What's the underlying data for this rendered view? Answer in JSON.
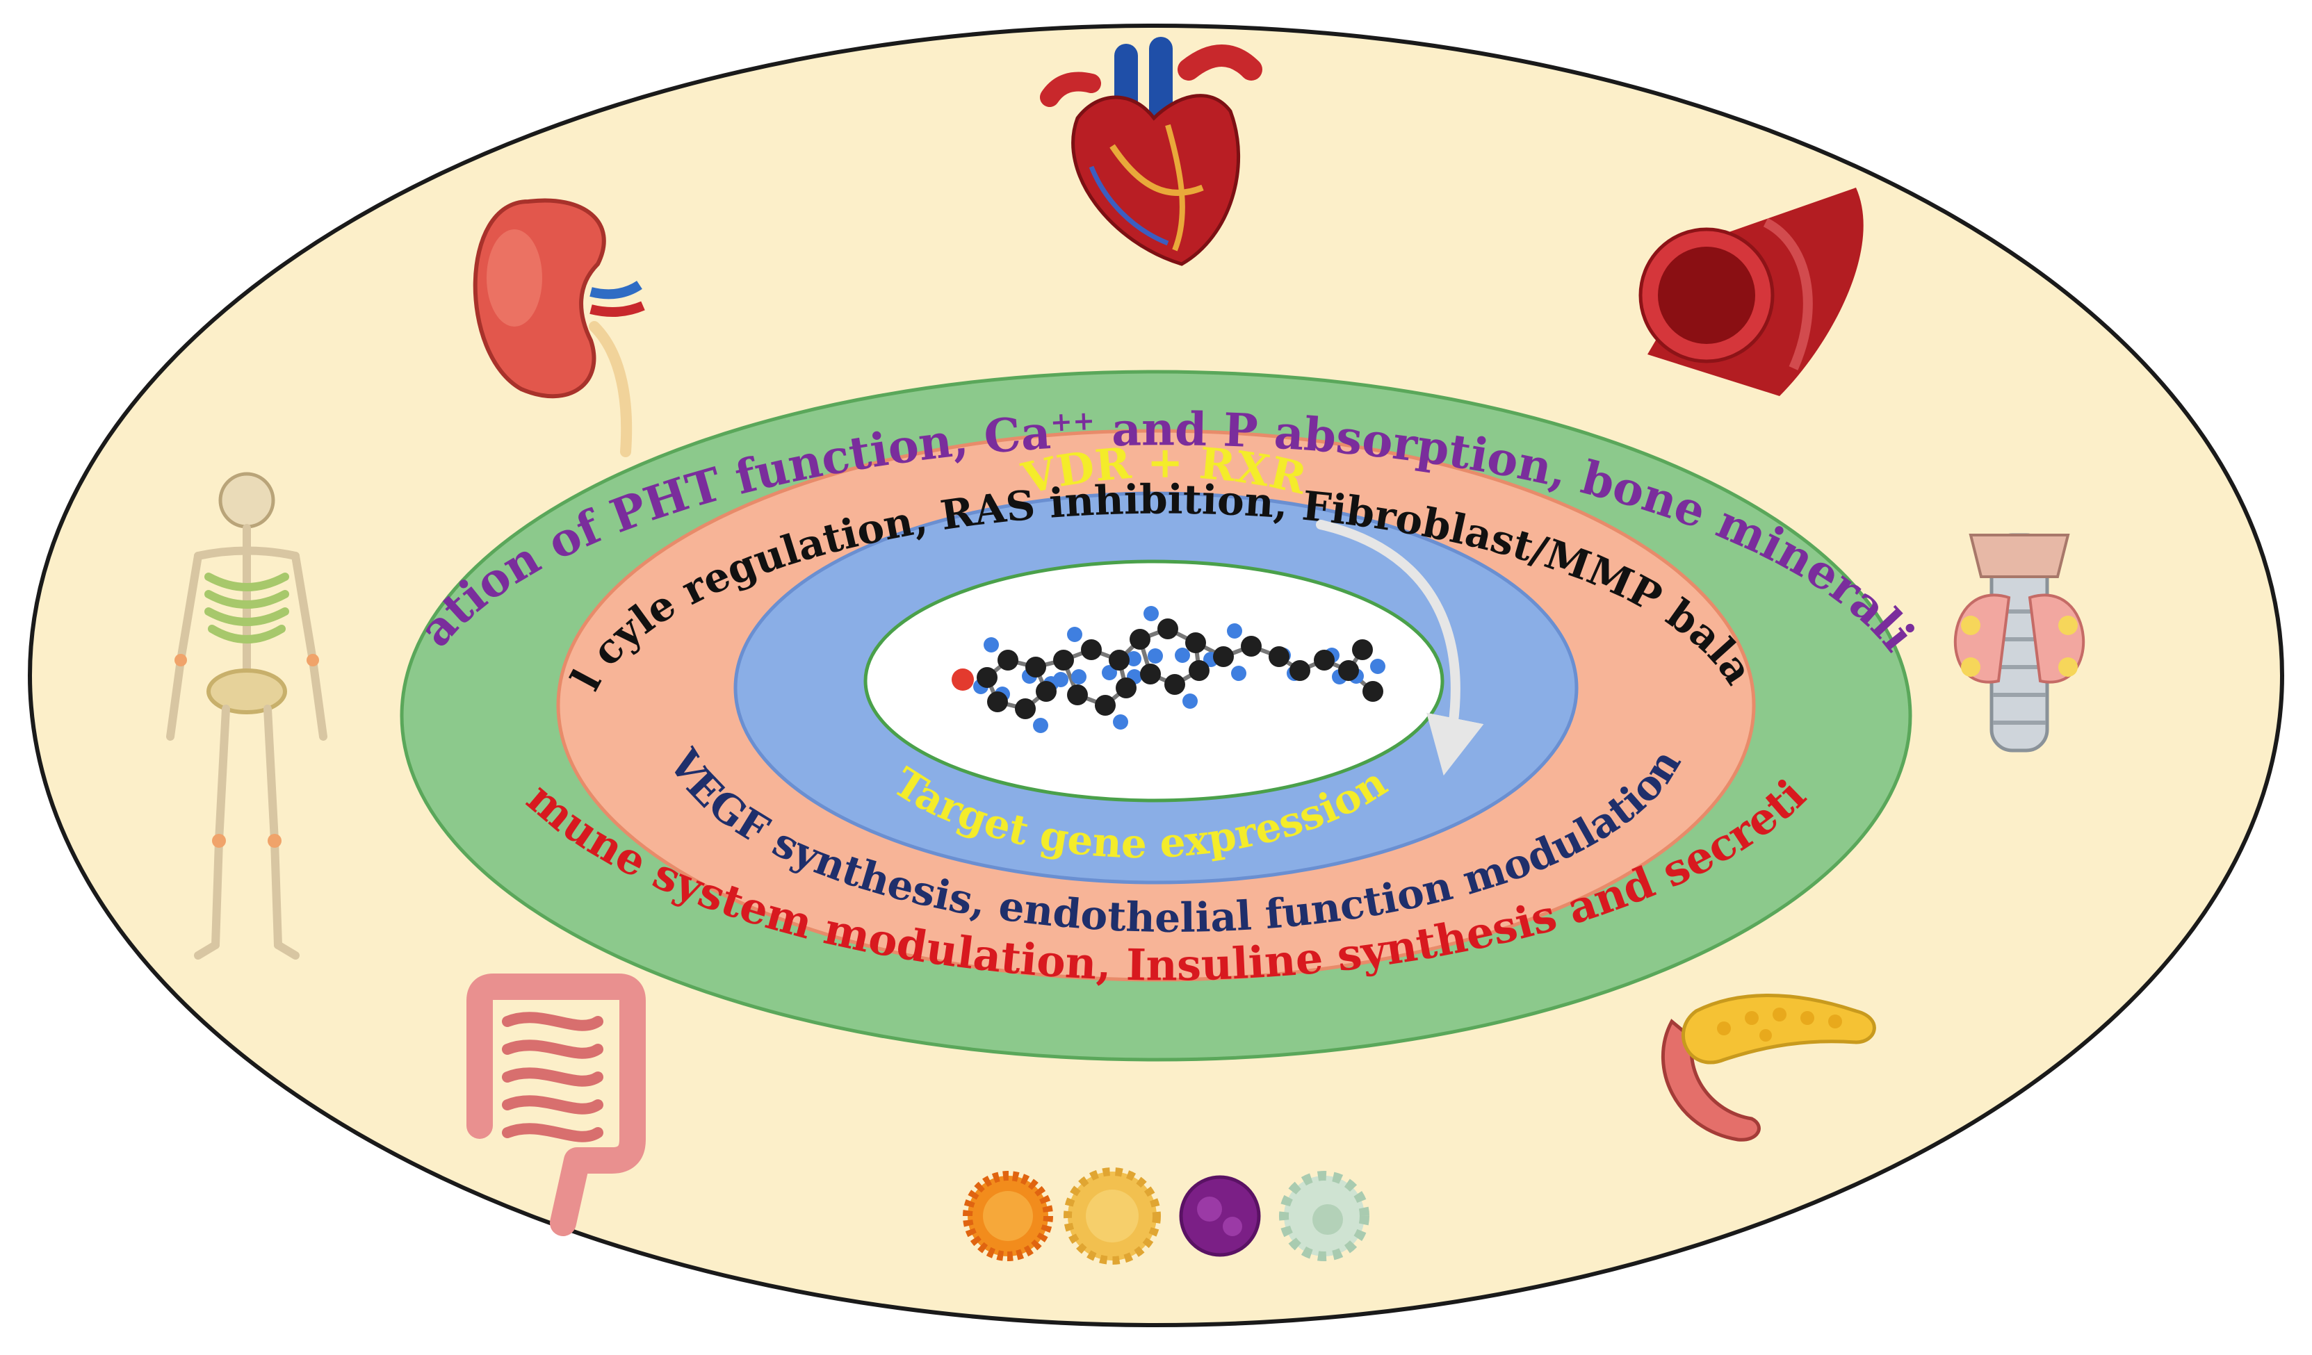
{
  "colors": {
    "outer_fill": "#fcefc9",
    "outer_stroke": "#1a1a1a",
    "green_ring": "#8cc98c",
    "green_stroke": "#5aa75a",
    "salmon_ring": "#f7b497",
    "salmon_stroke": "#e88b6a",
    "blue_ring": "#8aaee6",
    "blue_stroke": "#6a8fd1",
    "center_fill": "#ffffff",
    "center_stroke": "#4aa04a",
    "purple_text": "#7a2d9c",
    "black_text": "#111111",
    "yellow_text": "#f4ec2a",
    "navy_text": "#1f2f6b",
    "red_text": "#d8191f",
    "arrow": "#e6e6e6",
    "atom_carbon": "#1f1f1f",
    "atom_hydrogen": "#3f7fe0",
    "atom_oxygen": "#e33a2e"
  },
  "labels": {
    "green_top_a": "Modulation of PHT function, Ca",
    "green_top_sup": "++",
    "green_top_b": " and P absorption, bone mineralization",
    "green_bottom": "Immune system modulation, Insuline synthesis and secretion",
    "salmon_top": "Cell cyle regulation, RAS inhibition, Fibroblast/MMP balance",
    "salmon_bottom": "VEGF synthesis, endothelial function modulation",
    "blue_top": "VDR + RXR",
    "blue_bottom": "Target gene expression"
  },
  "icons": [
    {
      "name": "heart-icon"
    },
    {
      "name": "kidney-icon"
    },
    {
      "name": "blood-vessel-icon"
    },
    {
      "name": "skeleton-icon"
    },
    {
      "name": "thyroid-icon"
    },
    {
      "name": "intestine-icon"
    },
    {
      "name": "pancreas-icon"
    },
    {
      "name": "immune-cells-icon"
    },
    {
      "name": "vitamin-d-molecule-icon"
    },
    {
      "name": "curved-arrow-icon"
    }
  ]
}
